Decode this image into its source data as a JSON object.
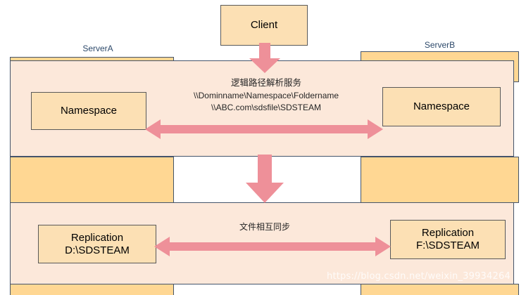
{
  "diagram": {
    "title_node": {
      "label": "Client"
    },
    "servers": [
      {
        "caption": "ServerA",
        "namespace_label": "Namespace",
        "replication_line1": "Replication",
        "replication_line2": "D:\\SDSTEAM"
      },
      {
        "caption": "ServerB",
        "namespace_label": "Namespace",
        "replication_line1": "Replication",
        "replication_line2": "F:\\SDSTEAM"
      }
    ],
    "namespace_panel": {
      "note_line1": "逻辑路径解析服务",
      "note_line2": "\\\\Dominname\\Namespace\\Foldername",
      "note_line3": "\\\\ABC.com\\sdsfile\\SDSTEAM"
    },
    "replication_panel": {
      "note": "文件相互同步"
    },
    "arrows": {
      "client_to_namespace": "down-arrow",
      "namespace_sync": "double-headed-horizontal-arrow",
      "namespace_to_replication": "down-arrow",
      "replication_sync": "double-headed-horizontal-arrow"
    },
    "watermark": "https://blog.csdn.net/weixin_39934264",
    "colors": {
      "node_fill": "#fce0b4",
      "node_border": "#595959",
      "panel_body_fill": "#fce8da",
      "panel_band_fill": "#ffd793",
      "panel_border": "#44546a",
      "arrow_fill": "#ee9099",
      "caption_text": "#2e4a6b",
      "body_text": "#262626"
    }
  }
}
